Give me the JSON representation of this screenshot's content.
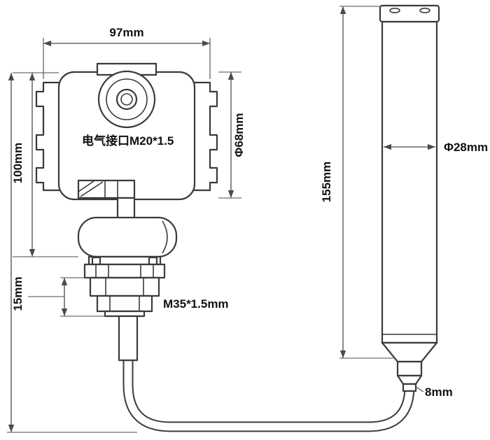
{
  "drawing": {
    "labels": {
      "width_housing": "97mm",
      "height_housing": "100mm",
      "diameter_housing": "Φ68mm",
      "electrical_port": "电气接口M20*1.5",
      "thread_height": "15mm",
      "thread_spec": "M35*1.5mm",
      "probe_length": "155mm",
      "probe_diameter": "Φ28mm",
      "cable_diameter": "8mm"
    },
    "colors": {
      "line": "#3a3a3a",
      "dim": "#4a4a4a",
      "text": "#111111",
      "background": "#ffffff"
    }
  }
}
